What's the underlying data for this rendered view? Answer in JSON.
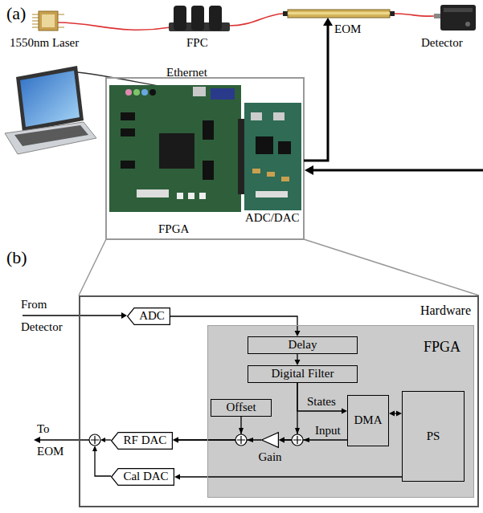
{
  "diagram": {
    "nodes": [
      {
        "text": [
          "Hardware"
        ]
      },
      {
        "text": [
          "FPGA"
        ],
        "in": 0
      },
      {
        "text": [
          "ADC"
        ],
        "in": 0
      },
      {
        "text": [
          "Delay"
        ],
        "in": 1
      },
      {
        "text": [
          "Digital Filter"
        ],
        "in": 1
      },
      {
        "text": [
          "Offset"
        ],
        "in": 1
      },
      {
        "text": [
          "DMA"
        ],
        "in": 1
      },
      {
        "text": [
          "PS"
        ],
        "in": 1
      },
      {
        "text": [
          "Gain"
        ],
        "in": 1
      },
      {
        "text": [
          "RF DAC"
        ],
        "in": 0
      },
      {
        "text": [
          "Cal DAC"
        ],
        "in": 0
      }
    ],
    "edges": [
      {
        "from": 2,
        "to": 3,
        "arrow": "to"
      },
      {
        "from": 3,
        "to": 4,
        "arrow": "to"
      },
      {
        "from": 4,
        "to": 6,
        "label": "States",
        "arrow": "to"
      },
      {
        "from": 4,
        "to": 8,
        "arrow": "to"
      },
      {
        "from": 6,
        "to": 8,
        "label": "Input",
        "arrow": "to"
      },
      {
        "from": 6,
        "to": 7,
        "arrow": "both"
      },
      {
        "from": 5,
        "to": 9,
        "arrow": "to"
      },
      {
        "from": 8,
        "to": 9,
        "arrow": "to"
      },
      {
        "from": 7,
        "to": 10,
        "arrow": "to"
      }
    ],
    "labels": [
      "(a)",
      "1550nm Laser",
      "FPC",
      "EOM",
      "Detector",
      "Ethernet",
      "FPGA",
      "ADC/DAC",
      "(b)",
      "From Detector",
      "To EOM"
    ]
  }
}
